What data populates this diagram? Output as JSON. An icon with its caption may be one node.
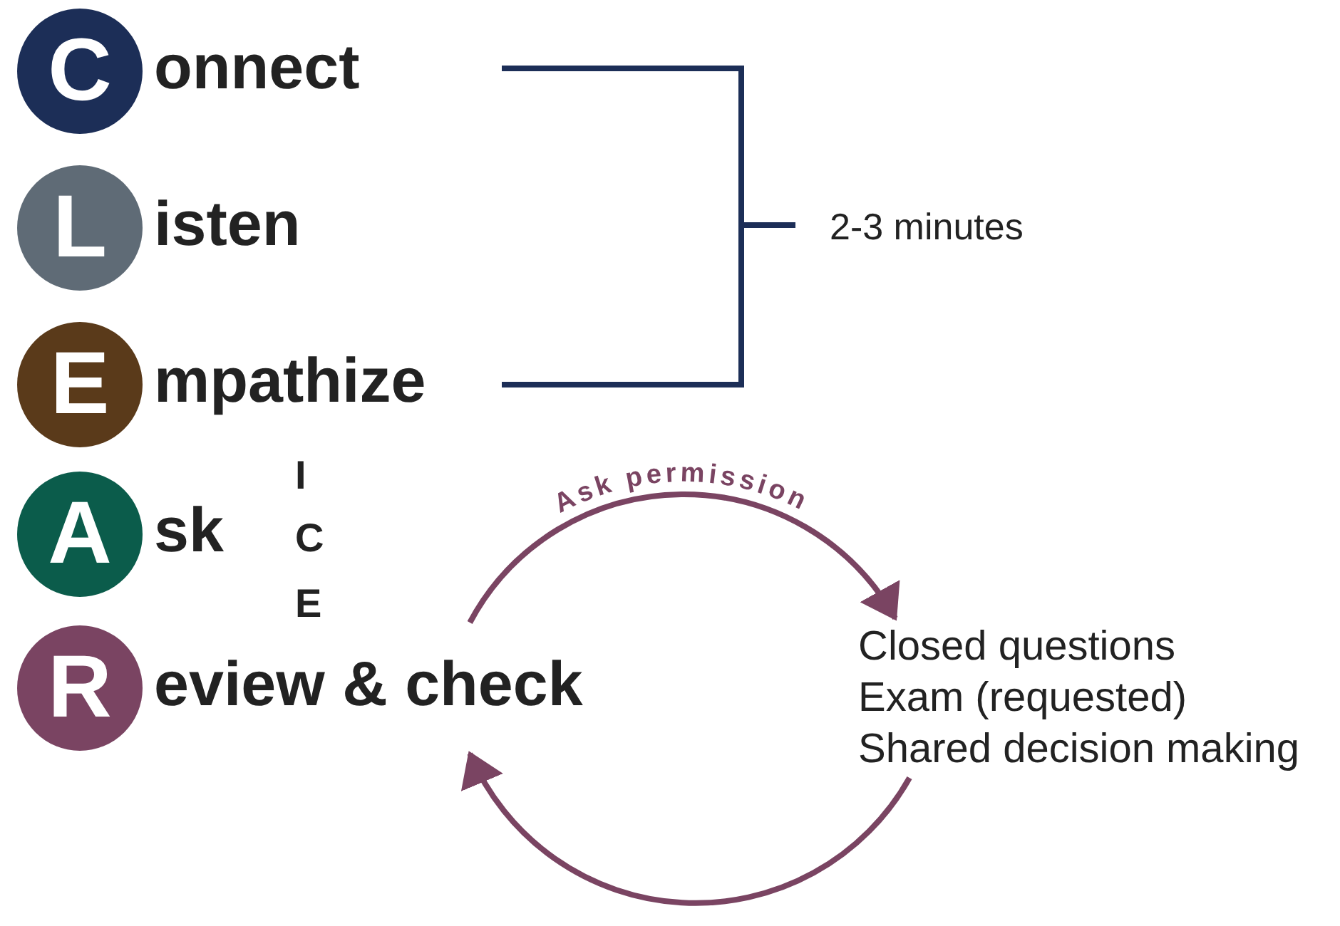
{
  "diagram": {
    "nodes": [
      {
        "text": [
          "C"
        ],
        "beside": [
          "onnect"
        ]
      },
      {
        "text": [
          "L"
        ],
        "beside": [
          "isten"
        ]
      },
      {
        "text": [
          "E"
        ],
        "beside": [
          "mpathize"
        ]
      },
      {
        "text": [
          "A"
        ],
        "beside": [
          "sk"
        ]
      },
      {
        "text": [
          "R"
        ],
        "beside": [
          "eview & check"
        ]
      },
      {
        "text": [
          "Closed questions",
          "Exam (requested)",
          "Shared decision making"
        ]
      }
    ],
    "edges": [
      {
        "from": 4,
        "to": 5,
        "arrow": "to",
        "label": "Ask permission"
      },
      {
        "from": 5,
        "to": 4,
        "arrow": "to"
      }
    ],
    "labels": [
      "2-3 minutes",
      "I",
      "C",
      "E"
    ]
  }
}
